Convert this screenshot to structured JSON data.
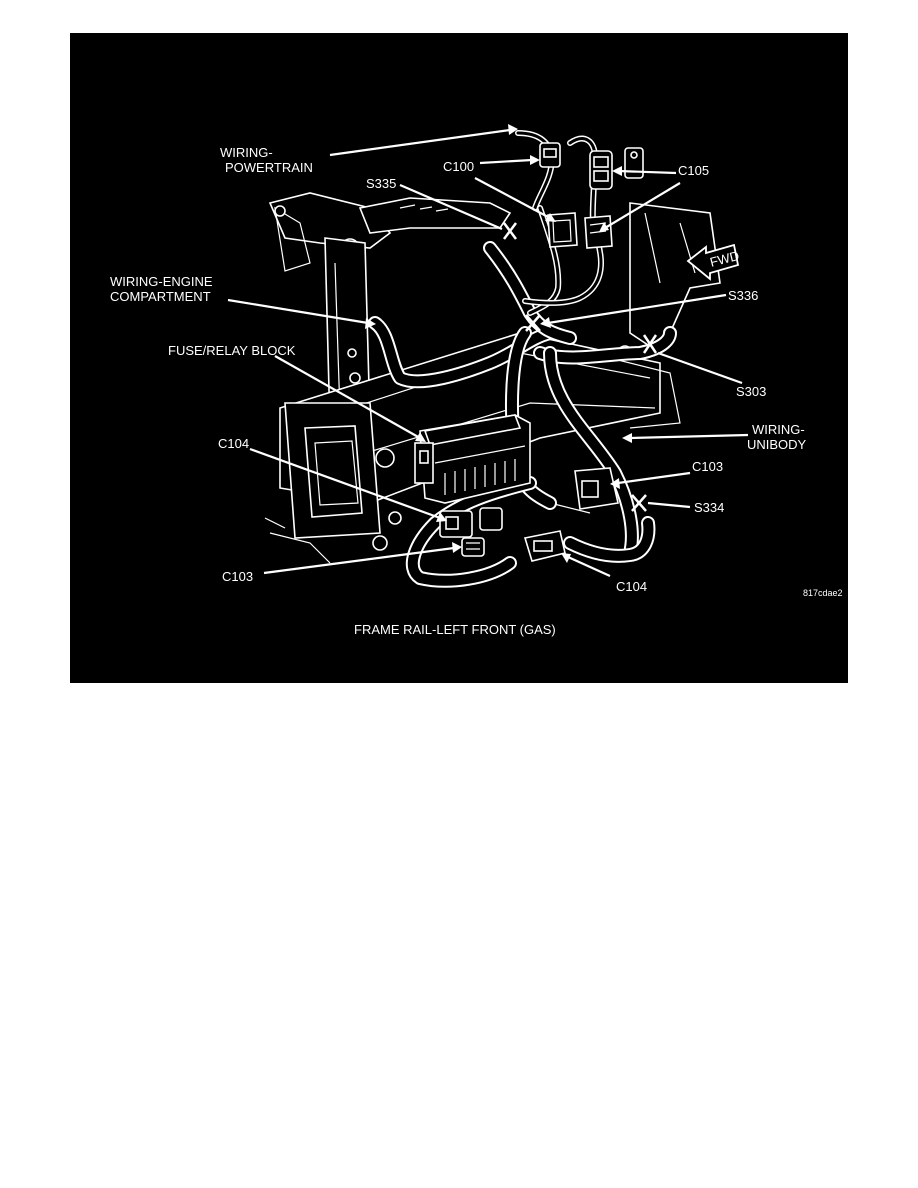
{
  "figure": {
    "caption": "FRAME RAIL-LEFT FRONT (GAS)",
    "code": "817cdae2",
    "fwd_label": "FWD"
  },
  "labels": {
    "wiring_powertrain": [
      "WIRING-",
      "POWERTRAIN"
    ],
    "c100": "C100",
    "c105": "C105",
    "s335": "S335",
    "wiring_engine_compartment": [
      "WIRING-ENGINE",
      "COMPARTMENT"
    ],
    "s336": "S336",
    "fuse_relay_block": "FUSE/RELAY BLOCK",
    "s303": "S303",
    "wiring_unibody": [
      "WIRING-",
      "UNIBODY"
    ],
    "c104_left": "C104",
    "c103_right": "C103",
    "s334": "S334",
    "c103_left": "C103",
    "c104_right": "C104"
  }
}
